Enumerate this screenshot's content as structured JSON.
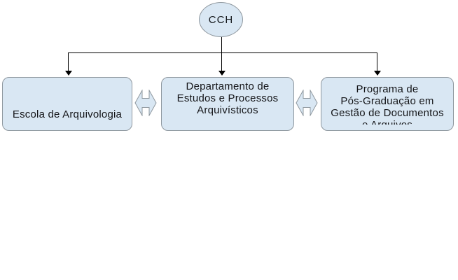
{
  "diagram": {
    "root": {
      "label": "CCH"
    },
    "nodes": [
      {
        "lines": [
          "Escola de Arquivologia"
        ]
      },
      {
        "lines": [
          "Departamento de",
          "Estudos e Processos",
          "Arquivísticos"
        ]
      },
      {
        "lines": [
          "Programa de",
          "Pós-Graduação em",
          "Gestão de Documentos",
          "e Arquivos"
        ]
      }
    ],
    "connectors": {
      "from_root_to": [
        "Escola de Arquivologia",
        "Departamento de Estudos e Processos Arquivísticos",
        "Programa de Pós-Graduação em Gestão de Documentos e Arquivos"
      ],
      "between_nodes": "bidirectional-arrows"
    },
    "colors": {
      "shape_fill": "#d9e7f3",
      "shape_border": "#8f989f",
      "connector_line": "#000000",
      "text": "#141518",
      "background": "#ffffff"
    }
  }
}
